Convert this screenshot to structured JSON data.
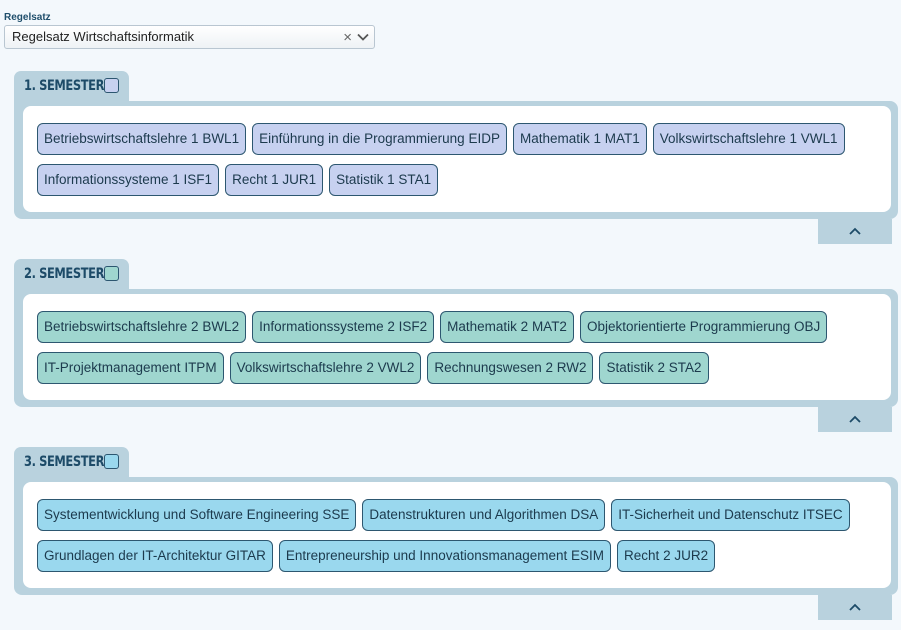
{
  "ruleset": {
    "label": "Regelsatz",
    "value": "Regelsatz Wirtschaftsinformatik",
    "clear_glyph": "×"
  },
  "colors": {
    "panel": "#b9d2de",
    "semester1_chip": "#c7d1f0",
    "semester2_chip": "#9fd6cf",
    "semester3_chip": "#9ad8ee"
  },
  "semesters": [
    {
      "title": "1. SEMESTER",
      "rows": [
        [
          "Betriebswirtschaftslehre 1 BWL1",
          "Einführung in die Programmierung EIDP",
          "Mathematik 1 MAT1",
          "Volkswirtschaftslehre 1 VWL1"
        ],
        [
          "Informationssysteme 1 ISF1",
          "Recht 1 JUR1",
          "Statistik 1 STA1"
        ]
      ]
    },
    {
      "title": "2. SEMESTER",
      "rows": [
        [
          "Betriebswirtschaftslehre 2 BWL2",
          "Informationssysteme 2 ISF2",
          "Mathematik 2 MAT2",
          "Objektorientierte Programmierung OBJ"
        ],
        [
          "IT-Projektmanagement ITPM",
          "Volkswirtschaftslehre 2 VWL2",
          "Rechnungswesen 2 RW2",
          "Statistik 2 STA2"
        ]
      ]
    },
    {
      "title": "3. SEMESTER",
      "rows": [
        [
          "Systementwicklung und Software Engineering SSE",
          "Datenstrukturen und Algorithmen DSA",
          "IT-Sicherheit und Datenschutz ITSEC"
        ],
        [
          "Grundlagen der IT-Architektur GITAR",
          "Entrepreneurship und Innovationsmanagement ESIM",
          "Recht 2 JUR2"
        ]
      ]
    }
  ]
}
